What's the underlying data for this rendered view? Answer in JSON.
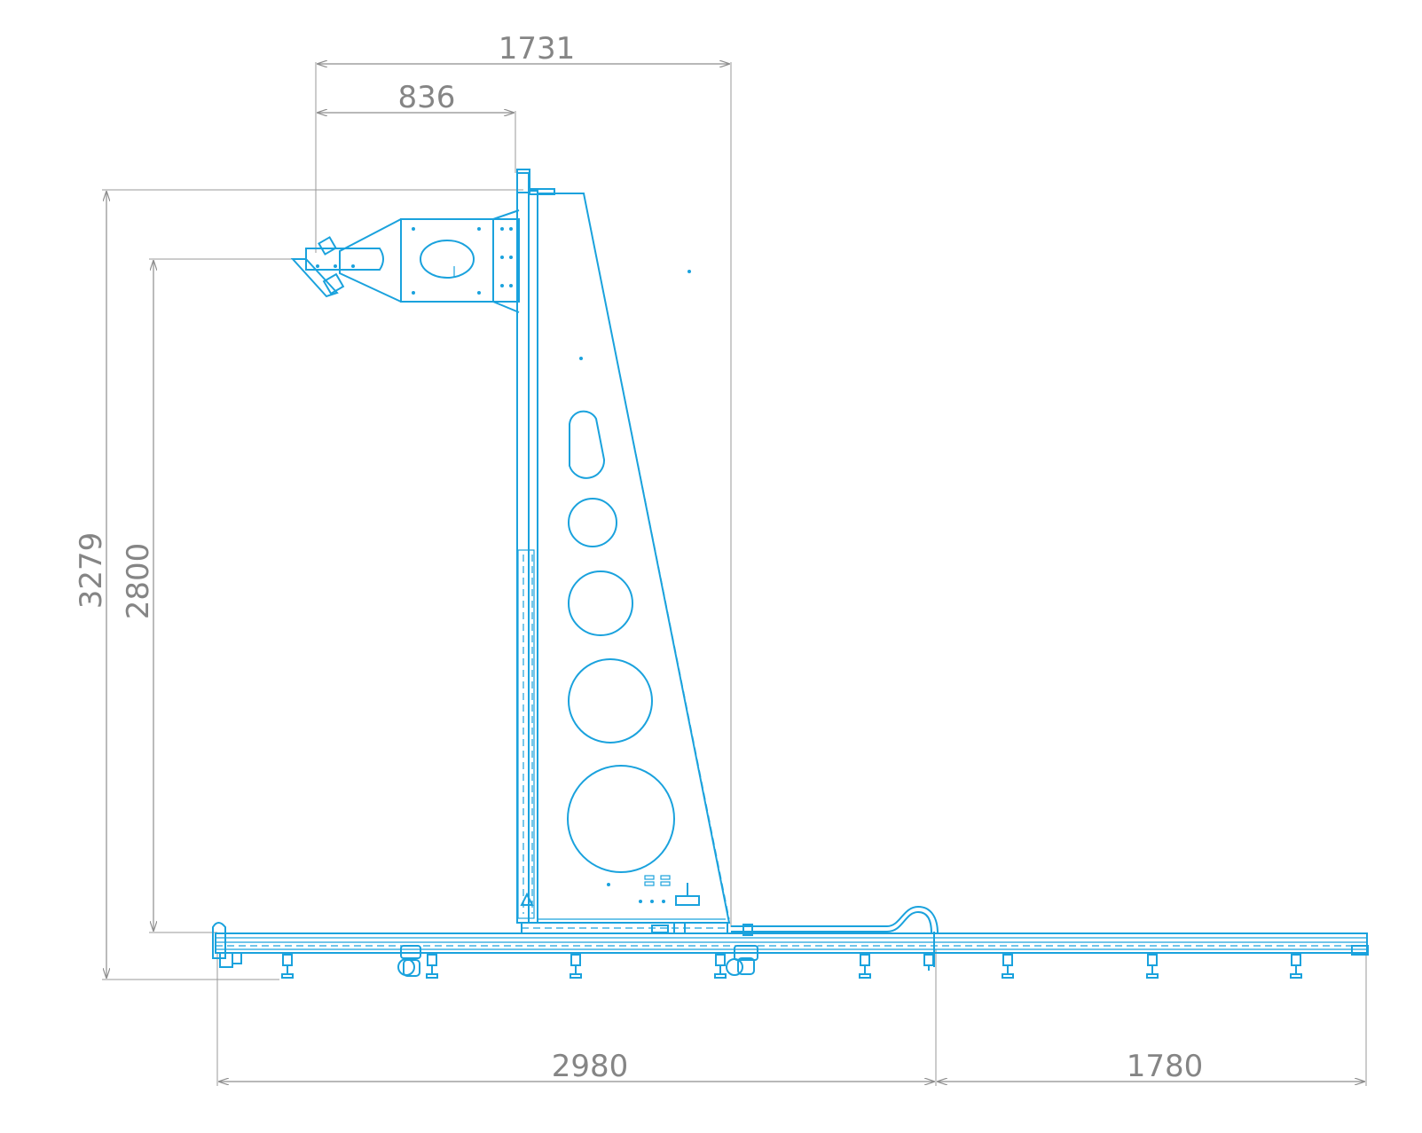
{
  "colors": {
    "machine": "#1aa2dd",
    "dimension": "#858585"
  },
  "dimensions": {
    "overall_width_top": "1731",
    "arm_reach": "836",
    "overall_height": "3279",
    "working_height": "2800",
    "base_length": "2980",
    "extension_length": "1780"
  }
}
